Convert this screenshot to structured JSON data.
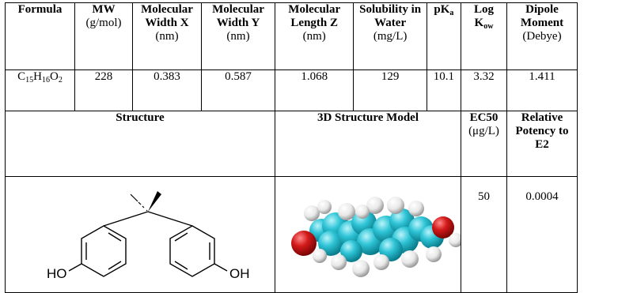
{
  "headers": {
    "formula": "Formula",
    "mw": "MW",
    "mw_unit": "(g/mol)",
    "width_x": "Molecular Width X",
    "width_x_unit": "(nm)",
    "width_y": "Molecular Width Y",
    "width_y_unit": "(nm)",
    "length_z": "Molecular Length Z",
    "length_z_unit": "(nm)",
    "solubility": "Solubility in Water",
    "solubility_unit": "(mg/L)",
    "pka_base": "pK",
    "pka_sub": "a",
    "logk_line1": "Log",
    "logk_base": "K",
    "logk_sub": "ow",
    "dipole": "Dipole Moment",
    "dipole_unit": "(Debye)"
  },
  "values": {
    "formula_c": "C",
    "formula_c_n": "15",
    "formula_h": "H",
    "formula_h_n": "16",
    "formula_o": "O",
    "formula_o_n": "2",
    "mw": "228",
    "width_x": "0.383",
    "width_y": "0.587",
    "length_z": "1.068",
    "solubility": "129",
    "pka": "10.1",
    "logk": "3.32",
    "dipole": "1.411"
  },
  "headers2": {
    "structure": "Structure",
    "model_3d": "3D Structure Model",
    "ec50": "EC50",
    "ec50_unit": "(μg/L)",
    "potency": "Relative Potency to E2"
  },
  "values2": {
    "ho_left": "HO",
    "oh_right": "OH",
    "ec50": "50",
    "potency": "0.0004"
  },
  "colors": {
    "carbon": "#2ec4d6",
    "hydrogen": "#f2f2f2",
    "oxygen": "#d41a1a"
  }
}
